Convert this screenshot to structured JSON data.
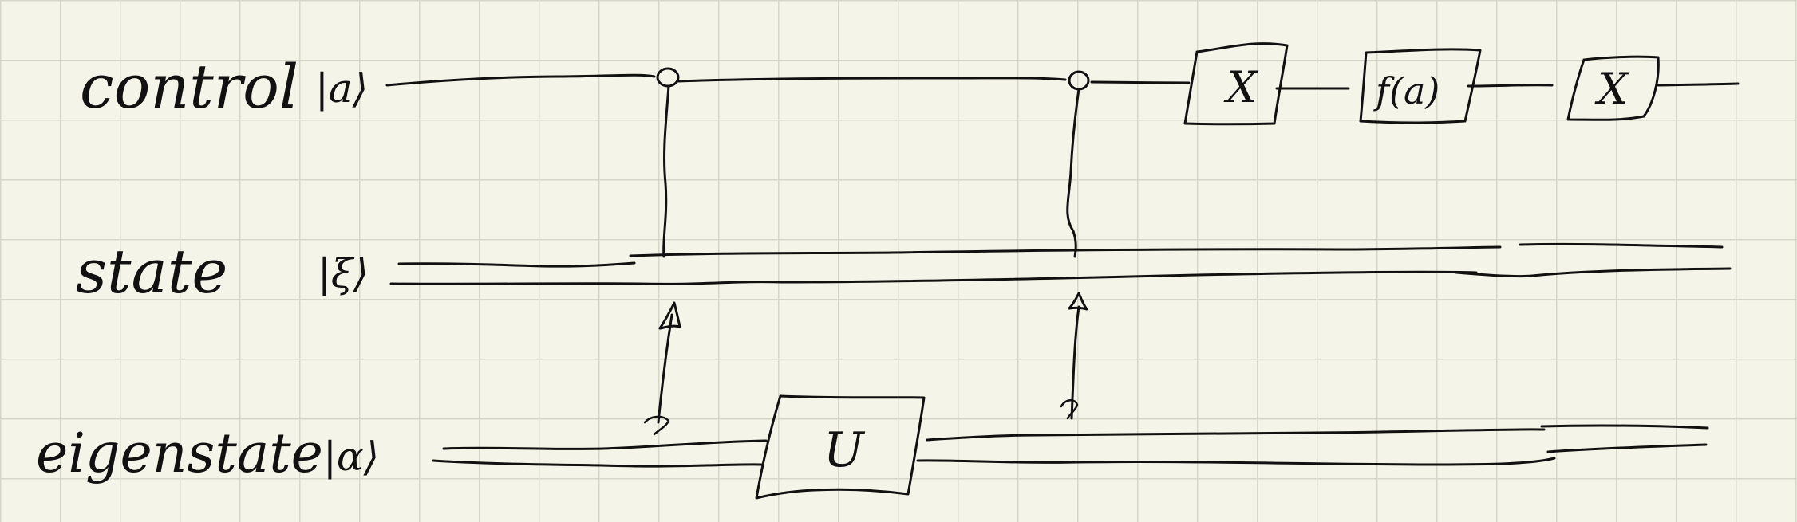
{
  "wires": {
    "control": {
      "label": "control",
      "ket": "|a⟩"
    },
    "state": {
      "label": "state",
      "ket": "|ξ⟩"
    },
    "eigenstate": {
      "label": "eigenstate",
      "ket": "|α⟩"
    }
  },
  "gates": {
    "x_gate_1": "X",
    "f_gate": "f(a)",
    "x_gate_2": "X",
    "u_gate": "U"
  }
}
